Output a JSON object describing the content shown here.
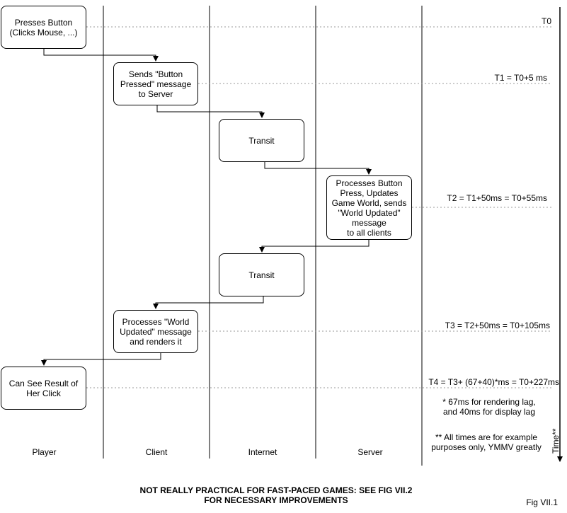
{
  "lanes": [
    "Player",
    "Client",
    "Internet",
    "Server"
  ],
  "steps": [
    "Presses Button\n(Clicks Mouse, ...)",
    "Sends \"Button Pressed\" message to Server",
    "Transit",
    "Processes Button Press, Updates Game World, sends \"World Updated\" message\nto all clients",
    "Transit",
    "Processes \"World Updated\" message and renders it",
    "Can See Result of Her Click"
  ],
  "times": [
    "T0",
    "T1 = T0+5 ms",
    "T2 = T1+50ms = T0+55ms",
    "T3 = T2+50ms = T0+105ms",
    "T4 = T3+ (67+40)*ms = T0+227ms"
  ],
  "notes": {
    "render_lag": "* 67ms for rendering lag,\nand 40ms for display lag",
    "disclaimer": "** All times are for example\npurposes only, YMMV greatly",
    "time_axis": "Time**"
  },
  "footer": {
    "warning": "NOT REALLY PRACTICAL FOR FAST-PACED GAMES: SEE FIG VII.2\nFOR NECESSARY IMPROVEMENTS",
    "fig_label": "Fig VII.1"
  }
}
